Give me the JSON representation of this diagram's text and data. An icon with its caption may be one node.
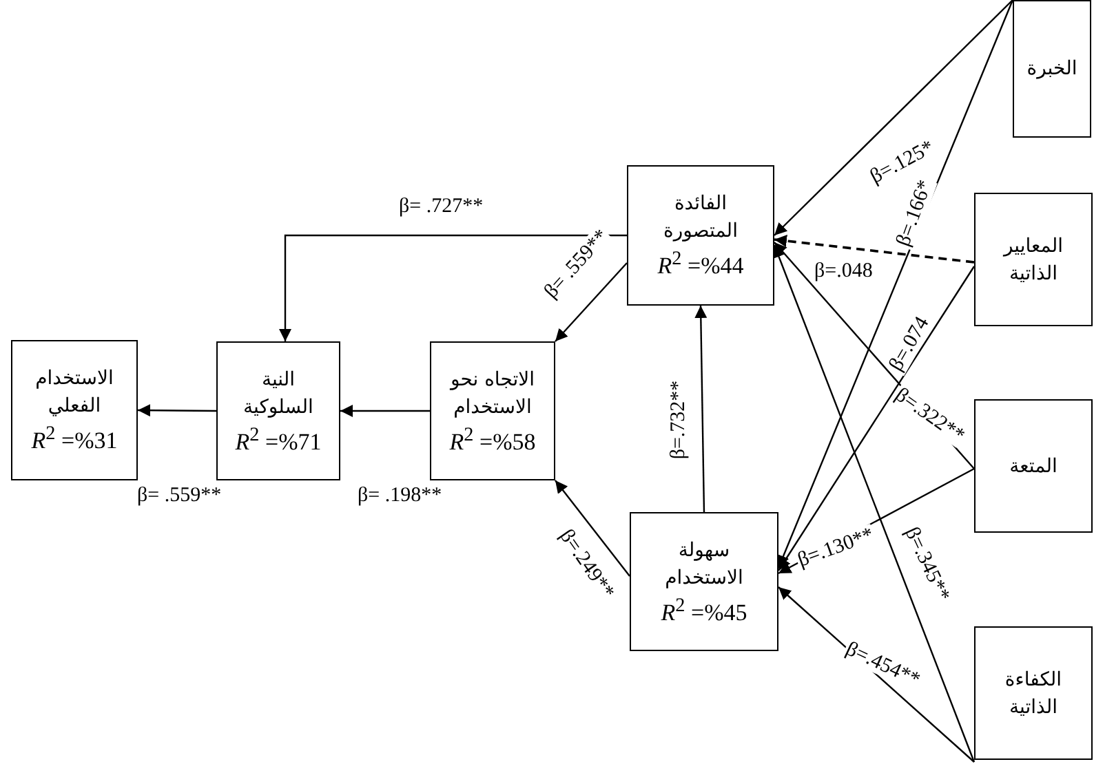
{
  "diagram": {
    "nodes": [
      {
        "text": [
          "الاستخدام الفعلي",
          "*R*$^{2}$ =%31"
        ]
      },
      {
        "text": [
          "النية السلوكية",
          "*R*$^{2}$ =%71"
        ]
      },
      {
        "text": [
          "الاتجاه نحو الاستخدام",
          "*R*$^{2}$ =%58"
        ]
      },
      {
        "text": [
          "الفائدة المتصورة",
          "*R*$^{2}$ =%44"
        ]
      },
      {
        "text": [
          "سهولة الاستخدام",
          "*R*$^{2}$ =%45"
        ]
      },
      {
        "text": [
          "الخبرة"
        ]
      },
      {
        "text": [
          "المعايير الذاتية"
        ]
      },
      {
        "text": [
          "المتعة"
        ]
      },
      {
        "text": [
          "الكفاءة الذاتية"
        ]
      }
    ],
    "edges": [
      {
        "from": 1,
        "to": 0,
        "arrow": "to",
        "label": "β= .559**"
      },
      {
        "from": 2,
        "to": 1,
        "arrow": "to",
        "label": "β= .198**"
      },
      {
        "from": 3,
        "to": 2,
        "arrow": "to",
        "label": "β= .559**"
      },
      {
        "from": 3,
        "to": 1,
        "arrow": "to",
        "label": "β= .727**"
      },
      {
        "from": 4,
        "to": 2,
        "arrow": "to",
        "label": "β=.249**"
      },
      {
        "from": 4,
        "to": 3,
        "arrow": "to",
        "label": "β=.732**"
      },
      {
        "from": 5,
        "to": 3,
        "arrow": "to",
        "label": "β=.125*"
      },
      {
        "from": 5,
        "to": 4,
        "arrow": "to",
        "label": "β=.166*"
      },
      {
        "from": 6,
        "to": 3,
        "arrow": "to",
        "label": "β=.048",
        "style": "dashed"
      },
      {
        "from": 6,
        "to": 4,
        "arrow": "to",
        "label": "β=.074"
      },
      {
        "from": 7,
        "to": 3,
        "arrow": "to",
        "label": "β=.322**"
      },
      {
        "from": 7,
        "to": 4,
        "arrow": "to",
        "label": "β=.130**"
      },
      {
        "from": 8,
        "to": 3,
        "arrow": "to",
        "label": "β=.345**"
      },
      {
        "from": 8,
        "to": 4,
        "arrow": "to",
        "label": "β=.454**"
      }
    ]
  }
}
